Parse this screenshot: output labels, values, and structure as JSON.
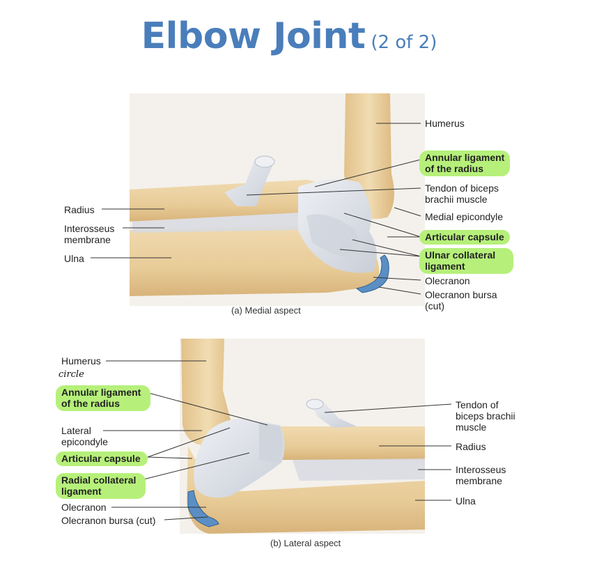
{
  "title": {
    "main": "Elbow Joint",
    "sub": "(2 of 2)"
  },
  "panel_a": {
    "caption": "(a) Medial aspect",
    "labels": {
      "humerus": "Humerus",
      "annular_1": "Annular ligament",
      "annular_2": "of the radius",
      "tendon_1": "Tendon of biceps",
      "tendon_2": "brachii muscle",
      "medial_epicondyle": "Medial epicondyle",
      "articular_capsule": "Articular capsule",
      "ulnar_1": "Ulnar collateral",
      "ulnar_2": "ligament",
      "olecranon": "Olecranon",
      "bursa_1": "Olecranon bursa",
      "bursa_2": "(cut)",
      "radius": "Radius",
      "interosseus_1": "Interosseus",
      "interosseus_2": "membrane",
      "ulna": "Ulna"
    }
  },
  "panel_b": {
    "caption": "(b) Lateral aspect",
    "handwritten_note": "circle",
    "labels": {
      "humerus": "Humerus",
      "annular_1": "Annular ligament",
      "annular_2": "of the radius",
      "lateral_1": "Lateral",
      "lateral_2": "epicondyle",
      "articular_capsule": "Articular capsule",
      "radial_1": "Radial collateral",
      "radial_2": "ligament",
      "olecranon": "Olecranon",
      "bursa": "Olecranon bursa (cut)",
      "tendon_1": "Tendon of",
      "tendon_2": "biceps brachii",
      "tendon_3": "muscle",
      "radius": "Radius",
      "interosseus_1": "Interosseus",
      "interosseus_2": "membrane",
      "ulna": "Ulna"
    }
  },
  "colors": {
    "title": "#4a7ebb",
    "highlight": "#b6f07a",
    "bone": "#e9cf9e",
    "ligament": "#dcdfe6",
    "bursa": "#5b8fc4"
  }
}
